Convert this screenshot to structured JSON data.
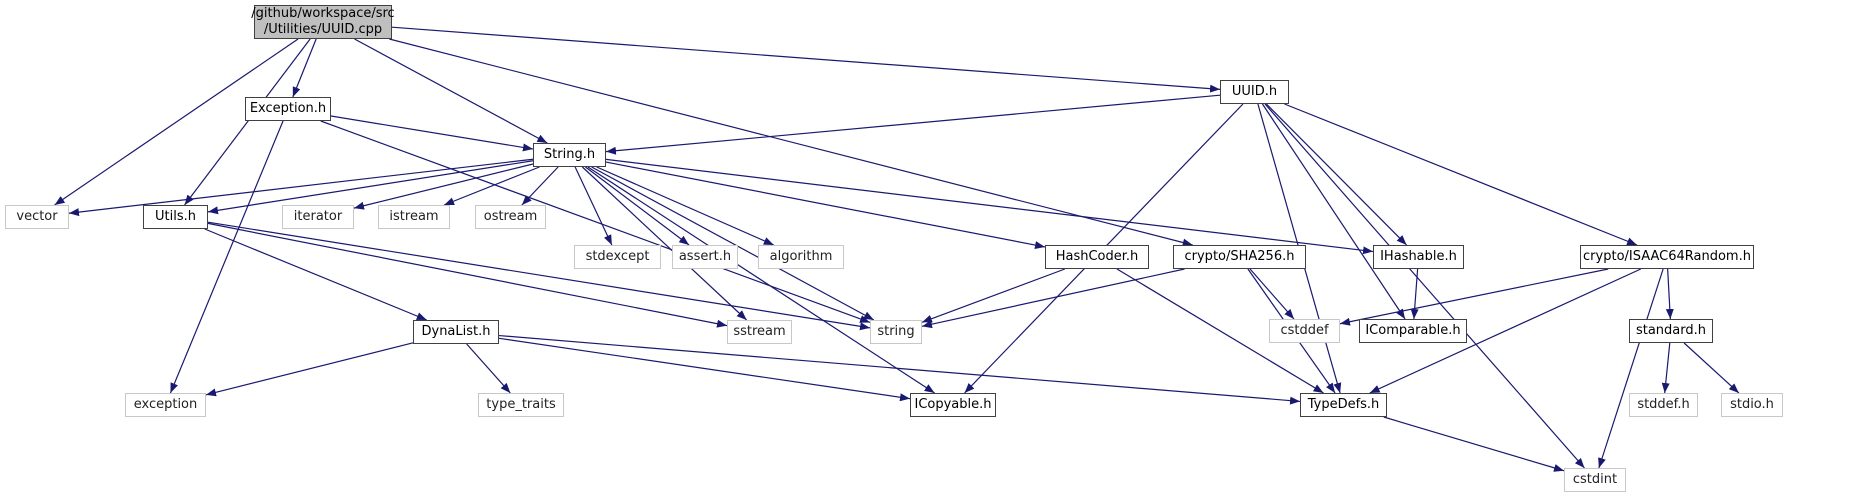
{
  "diagram": {
    "type": "include-dependency-graph",
    "edge_color": "#191970",
    "nodes": [
      {
        "id": "root",
        "label": "/github/workspace/src\n/Utilities/UUID.cpp",
        "kind": "root"
      },
      {
        "id": "exception_h",
        "label": "Exception.h",
        "kind": "project"
      },
      {
        "id": "uuid_h",
        "label": "UUID.h",
        "kind": "project"
      },
      {
        "id": "string_h",
        "label": "String.h",
        "kind": "project"
      },
      {
        "id": "vector",
        "label": "vector",
        "kind": "external"
      },
      {
        "id": "utils_h",
        "label": "Utils.h",
        "kind": "project"
      },
      {
        "id": "iterator",
        "label": "iterator",
        "kind": "external"
      },
      {
        "id": "istream",
        "label": "istream",
        "kind": "external"
      },
      {
        "id": "ostream",
        "label": "ostream",
        "kind": "external"
      },
      {
        "id": "stdexcept",
        "label": "stdexcept",
        "kind": "external"
      },
      {
        "id": "assert_h",
        "label": "assert.h",
        "kind": "external"
      },
      {
        "id": "algorithm",
        "label": "algorithm",
        "kind": "external"
      },
      {
        "id": "hashcoder_h",
        "label": "HashCoder.h",
        "kind": "project"
      },
      {
        "id": "sha256_h",
        "label": "crypto/SHA256.h",
        "kind": "project"
      },
      {
        "id": "ihashable_h",
        "label": "IHashable.h",
        "kind": "project"
      },
      {
        "id": "isaac_h",
        "label": "crypto/ISAAC64Random.h",
        "kind": "project"
      },
      {
        "id": "dynalist_h",
        "label": "DynaList.h",
        "kind": "project"
      },
      {
        "id": "sstream",
        "label": "sstream",
        "kind": "external"
      },
      {
        "id": "string",
        "label": "string",
        "kind": "external"
      },
      {
        "id": "cstddef",
        "label": "cstddef",
        "kind": "external"
      },
      {
        "id": "icomparable_h",
        "label": "IComparable.h",
        "kind": "project"
      },
      {
        "id": "standard_h",
        "label": "standard.h",
        "kind": "project"
      },
      {
        "id": "exception",
        "label": "exception",
        "kind": "external"
      },
      {
        "id": "type_traits",
        "label": "type_traits",
        "kind": "external"
      },
      {
        "id": "icopyable_h",
        "label": "ICopyable.h",
        "kind": "project"
      },
      {
        "id": "typedefs_h",
        "label": "TypeDefs.h",
        "kind": "project"
      },
      {
        "id": "stddef_h",
        "label": "stddef.h",
        "kind": "external"
      },
      {
        "id": "stdio_h",
        "label": "stdio.h",
        "kind": "external"
      },
      {
        "id": "cstdint",
        "label": "cstdint",
        "kind": "external"
      }
    ],
    "edges": [
      [
        "root",
        "exception_h"
      ],
      [
        "root",
        "string_h"
      ],
      [
        "root",
        "uuid_h"
      ],
      [
        "root",
        "vector"
      ],
      [
        "root",
        "utils_h"
      ],
      [
        "root",
        "sha256_h"
      ],
      [
        "exception_h",
        "string_h"
      ],
      [
        "exception_h",
        "exception"
      ],
      [
        "exception_h",
        "string"
      ],
      [
        "uuid_h",
        "string_h"
      ],
      [
        "uuid_h",
        "ihashable_h"
      ],
      [
        "uuid_h",
        "isaac_h"
      ],
      [
        "uuid_h",
        "icomparable_h"
      ],
      [
        "uuid_h",
        "typedefs_h"
      ],
      [
        "uuid_h",
        "icopyable_h"
      ],
      [
        "uuid_h",
        "cstdint"
      ],
      [
        "string_h",
        "vector"
      ],
      [
        "string_h",
        "utils_h"
      ],
      [
        "string_h",
        "iterator"
      ],
      [
        "string_h",
        "istream"
      ],
      [
        "string_h",
        "ostream"
      ],
      [
        "string_h",
        "stdexcept"
      ],
      [
        "string_h",
        "assert_h"
      ],
      [
        "string_h",
        "algorithm"
      ],
      [
        "string_h",
        "hashcoder_h"
      ],
      [
        "string_h",
        "ihashable_h"
      ],
      [
        "string_h",
        "sstream"
      ],
      [
        "string_h",
        "string"
      ],
      [
        "string_h",
        "icopyable_h"
      ],
      [
        "utils_h",
        "dynalist_h"
      ],
      [
        "utils_h",
        "sstream"
      ],
      [
        "utils_h",
        "string"
      ],
      [
        "dynalist_h",
        "exception"
      ],
      [
        "dynalist_h",
        "type_traits"
      ],
      [
        "dynalist_h",
        "icopyable_h"
      ],
      [
        "dynalist_h",
        "typedefs_h"
      ],
      [
        "hashcoder_h",
        "string"
      ],
      [
        "hashcoder_h",
        "typedefs_h"
      ],
      [
        "sha256_h",
        "string"
      ],
      [
        "sha256_h",
        "cstddef"
      ],
      [
        "sha256_h",
        "typedefs_h"
      ],
      [
        "ihashable_h",
        "icomparable_h"
      ],
      [
        "isaac_h",
        "cstddef"
      ],
      [
        "isaac_h",
        "typedefs_h"
      ],
      [
        "isaac_h",
        "standard_h"
      ],
      [
        "isaac_h",
        "cstdint"
      ],
      [
        "standard_h",
        "stddef_h"
      ],
      [
        "standard_h",
        "stdio_h"
      ],
      [
        "typedefs_h",
        "cstdint"
      ]
    ]
  }
}
